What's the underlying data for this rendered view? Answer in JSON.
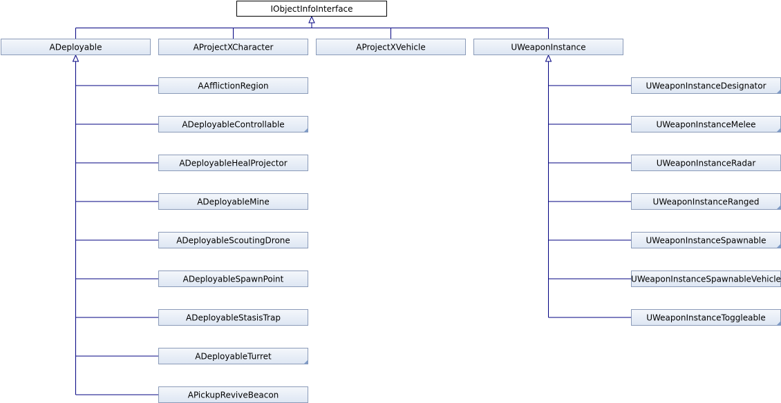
{
  "colors": {
    "node_fill_top": "#f4f7fb",
    "node_fill_bottom": "#dde6f3",
    "node_border": "#8a9ab8",
    "edge": "#000080",
    "corner_marker": "#7f9bc6"
  },
  "root": {
    "label": "IObjectInfoInterface"
  },
  "groups": [
    {
      "label": "ADeployable",
      "children": [
        {
          "label": "AAfflictionRegion",
          "has_subclasses": false
        },
        {
          "label": "ADeployableControllable",
          "has_subclasses": true
        },
        {
          "label": "ADeployableHealProjector",
          "has_subclasses": false
        },
        {
          "label": "ADeployableMine",
          "has_subclasses": false
        },
        {
          "label": "ADeployableScoutingDrone",
          "has_subclasses": false
        },
        {
          "label": "ADeployableSpawnPoint",
          "has_subclasses": false
        },
        {
          "label": "ADeployableStasisTrap",
          "has_subclasses": false
        },
        {
          "label": "ADeployableTurret",
          "has_subclasses": true
        },
        {
          "label": "APickupReviveBeacon",
          "has_subclasses": false
        }
      ]
    },
    {
      "label": "AProjectXCharacter",
      "children": []
    },
    {
      "label": "AProjectXVehicle",
      "children": []
    },
    {
      "label": "UWeaponInstance",
      "children": [
        {
          "label": "UWeaponInstanceDesignator",
          "has_subclasses": true
        },
        {
          "label": "UWeaponInstanceMelee",
          "has_subclasses": true
        },
        {
          "label": "UWeaponInstanceRadar",
          "has_subclasses": false
        },
        {
          "label": "UWeaponInstanceRanged",
          "has_subclasses": true
        },
        {
          "label": "UWeaponInstanceSpawnable",
          "has_subclasses": true
        },
        {
          "label": "UWeaponInstanceSpawnableVehicle",
          "has_subclasses": false
        },
        {
          "label": "UWeaponInstanceToggleable",
          "has_subclasses": true
        }
      ]
    }
  ]
}
